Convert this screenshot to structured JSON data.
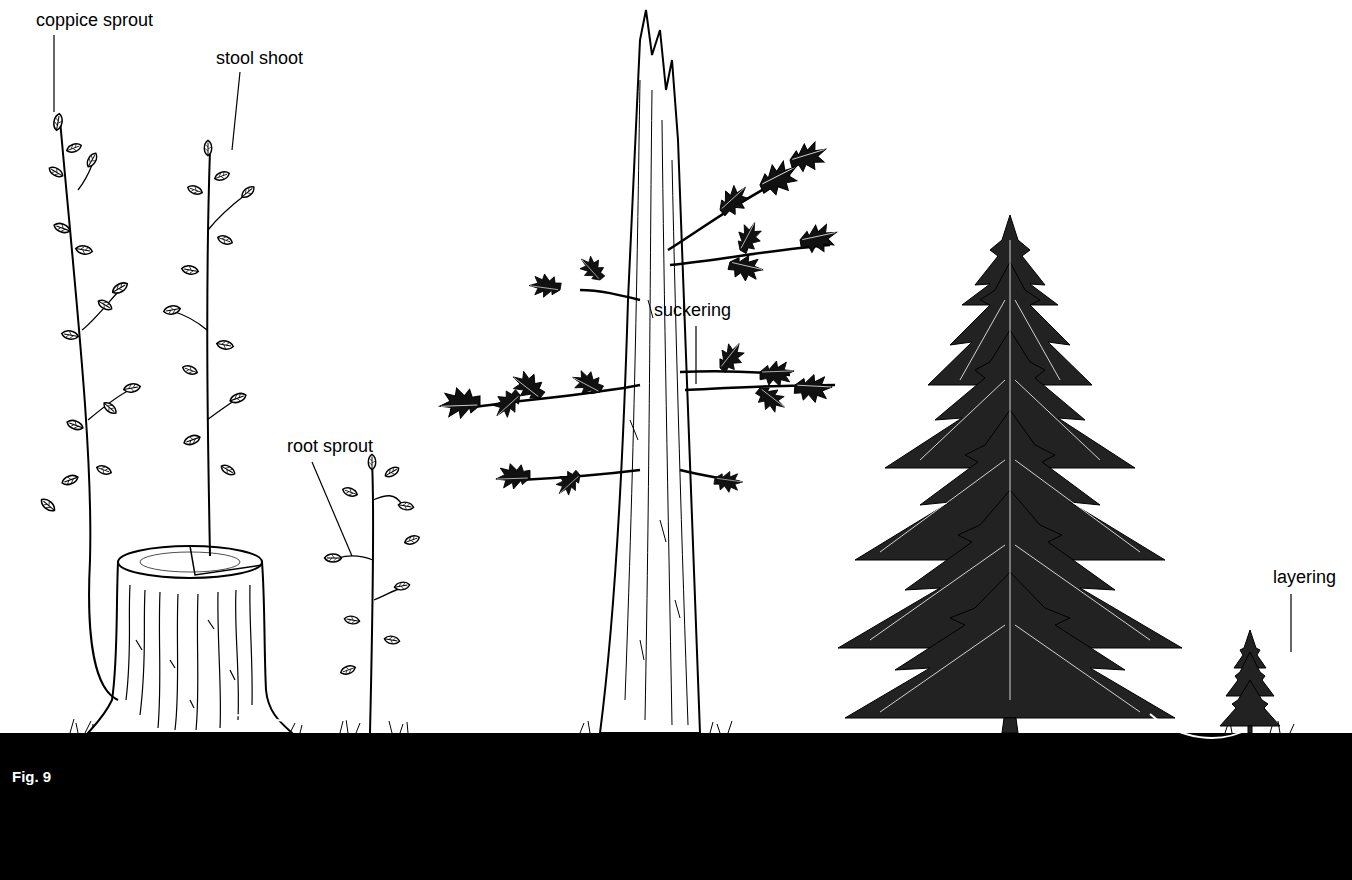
{
  "diagram": {
    "caption": "Fig. 9",
    "labels": [
      "coppice sprout",
      "stool shoot",
      "root sprout",
      "suckering",
      "layering"
    ]
  }
}
